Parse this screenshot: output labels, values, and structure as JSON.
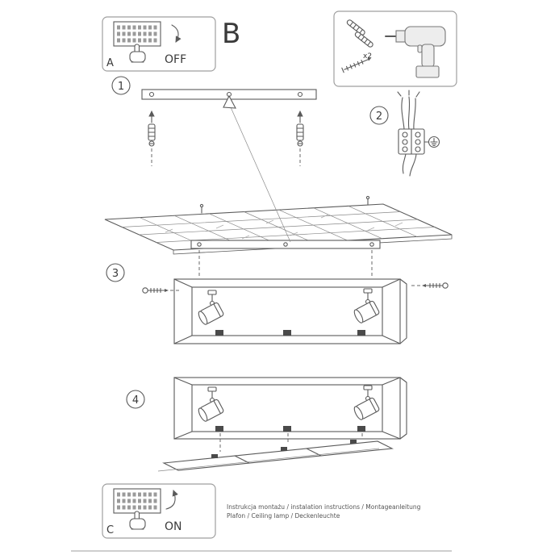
{
  "power_off_panel": {
    "label": "A",
    "state": "OFF"
  },
  "section_label": "B",
  "tools_box": {
    "quantity_label": "x2"
  },
  "steps": {
    "one": "1",
    "two": "2",
    "three": "3",
    "four": "4"
  },
  "power_on_panel": {
    "label": "C",
    "state": "ON"
  },
  "footer": {
    "line1": "Instrukcja montażu / instalation instructions / Montageanleitung",
    "line2": "Plafon / Ceiling lamp / Deckenleuchte"
  },
  "colors": {
    "line": "#5a5a5a",
    "box_border": "#9f9f9f",
    "text": "#3a3a3a",
    "background": "#ffffff"
  }
}
